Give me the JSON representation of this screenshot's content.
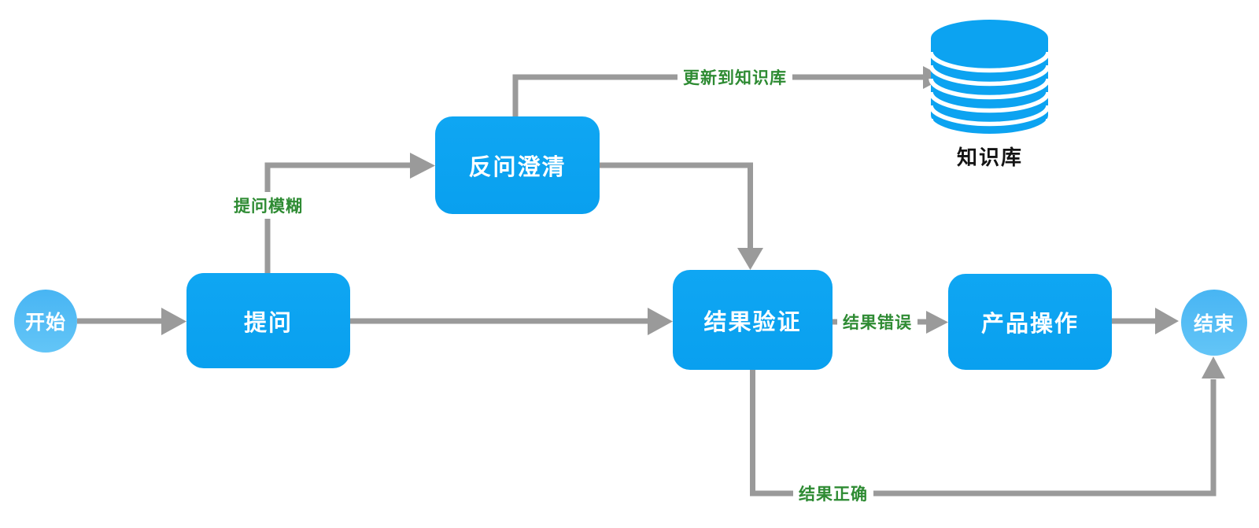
{
  "diagram": {
    "nodes": {
      "start": {
        "label": "开始",
        "shape": "circle"
      },
      "ask": {
        "label": "提问",
        "shape": "rounded-rect"
      },
      "clarify": {
        "label": "反问澄清",
        "shape": "rounded-rect"
      },
      "verify": {
        "label": "结果验证",
        "shape": "rounded-rect"
      },
      "operate": {
        "label": "产品操作",
        "shape": "rounded-rect"
      },
      "end": {
        "label": "结束",
        "shape": "circle"
      },
      "knowledge_base": {
        "label": "知识库",
        "shape": "database-cylinder"
      }
    },
    "edge_labels": {
      "vague": "提问模糊",
      "update_kb": "更新到知识库",
      "wrong": "结果错误",
      "correct": "结果正确"
    },
    "edges": [
      {
        "from": "start",
        "to": "ask",
        "label": ""
      },
      {
        "from": "ask",
        "to": "clarify",
        "label": "提问模糊"
      },
      {
        "from": "clarify",
        "to": "knowledge_base",
        "label": "更新到知识库"
      },
      {
        "from": "clarify",
        "to": "verify",
        "label": ""
      },
      {
        "from": "ask",
        "to": "verify",
        "label": ""
      },
      {
        "from": "verify",
        "to": "operate",
        "label": "结果错误"
      },
      {
        "from": "operate",
        "to": "end",
        "label": ""
      },
      {
        "from": "verify",
        "to": "end",
        "label": "结果正确"
      }
    ],
    "colors": {
      "process_fill": "#0ca3f1",
      "terminal_fill": "#55bdf5",
      "cylinder_fill": "#0ca3f1",
      "edge_gray": "#9a9a9a",
      "edge_label_green": "#2e8b33",
      "node_text": "#ffffff",
      "kb_caption_text": "#141414",
      "background": "#ffffff"
    }
  }
}
